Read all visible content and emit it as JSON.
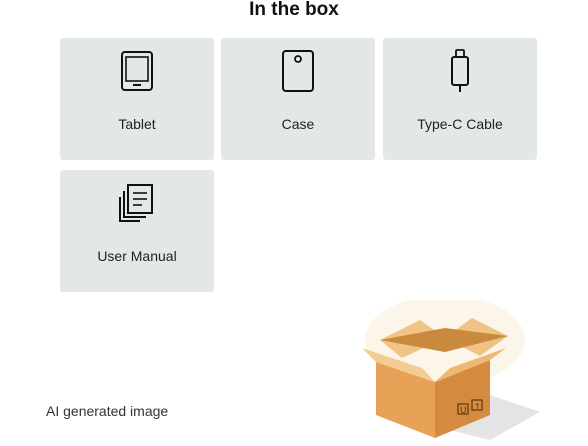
{
  "section": {
    "title": "In the box"
  },
  "items": [
    {
      "label": "Tablet",
      "icon": "tablet-icon"
    },
    {
      "label": "Case",
      "icon": "case-icon"
    },
    {
      "label": "Type-C Cable",
      "icon": "usb-c-cable-icon"
    },
    {
      "label": "User Manual",
      "icon": "user-manual-icon"
    }
  ],
  "footer": {
    "ai_note": "AI generated image"
  },
  "illustration": {
    "icon": "open-cardboard-box-icon"
  },
  "colors": {
    "card_bg": "#e4e7e8",
    "box_main": "#e8a257",
    "box_light": "#f1c486"
  }
}
